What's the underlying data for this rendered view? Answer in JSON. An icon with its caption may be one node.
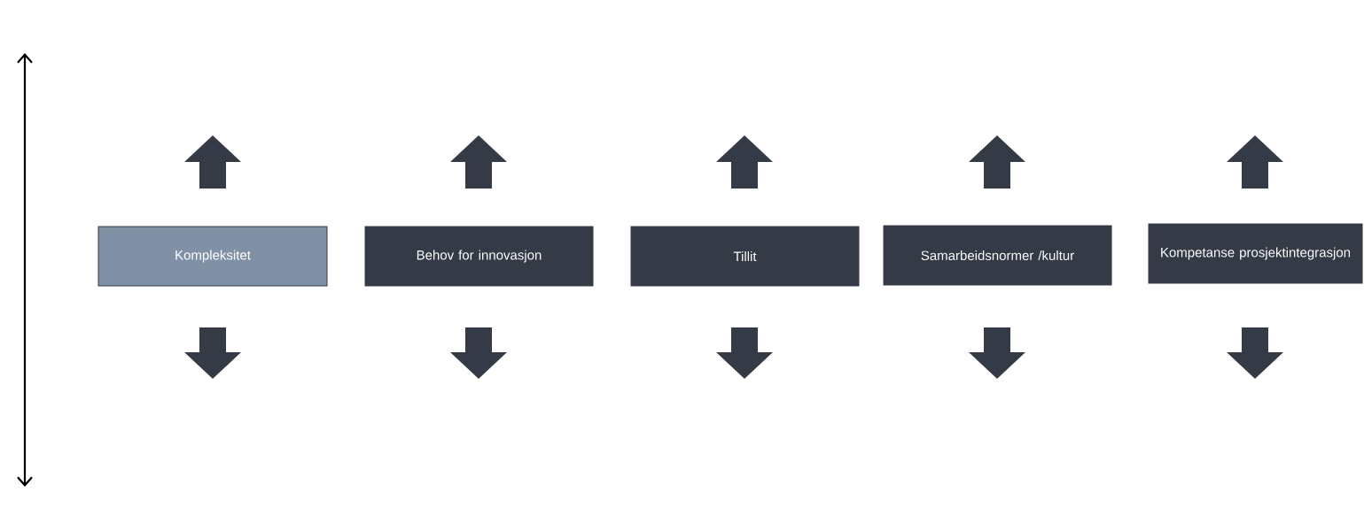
{
  "diagram": {
    "nodes": [
      {
        "text": [
          "Kompleksitet"
        ]
      },
      {
        "text": [
          "Behov for innovasjon"
        ]
      },
      {
        "text": [
          "Tillit"
        ]
      },
      {
        "text": [
          "Samarbeidsnormer /kultur"
        ]
      },
      {
        "text": [
          "Kompetanse prosjektintegrasjon"
        ]
      }
    ]
  }
}
